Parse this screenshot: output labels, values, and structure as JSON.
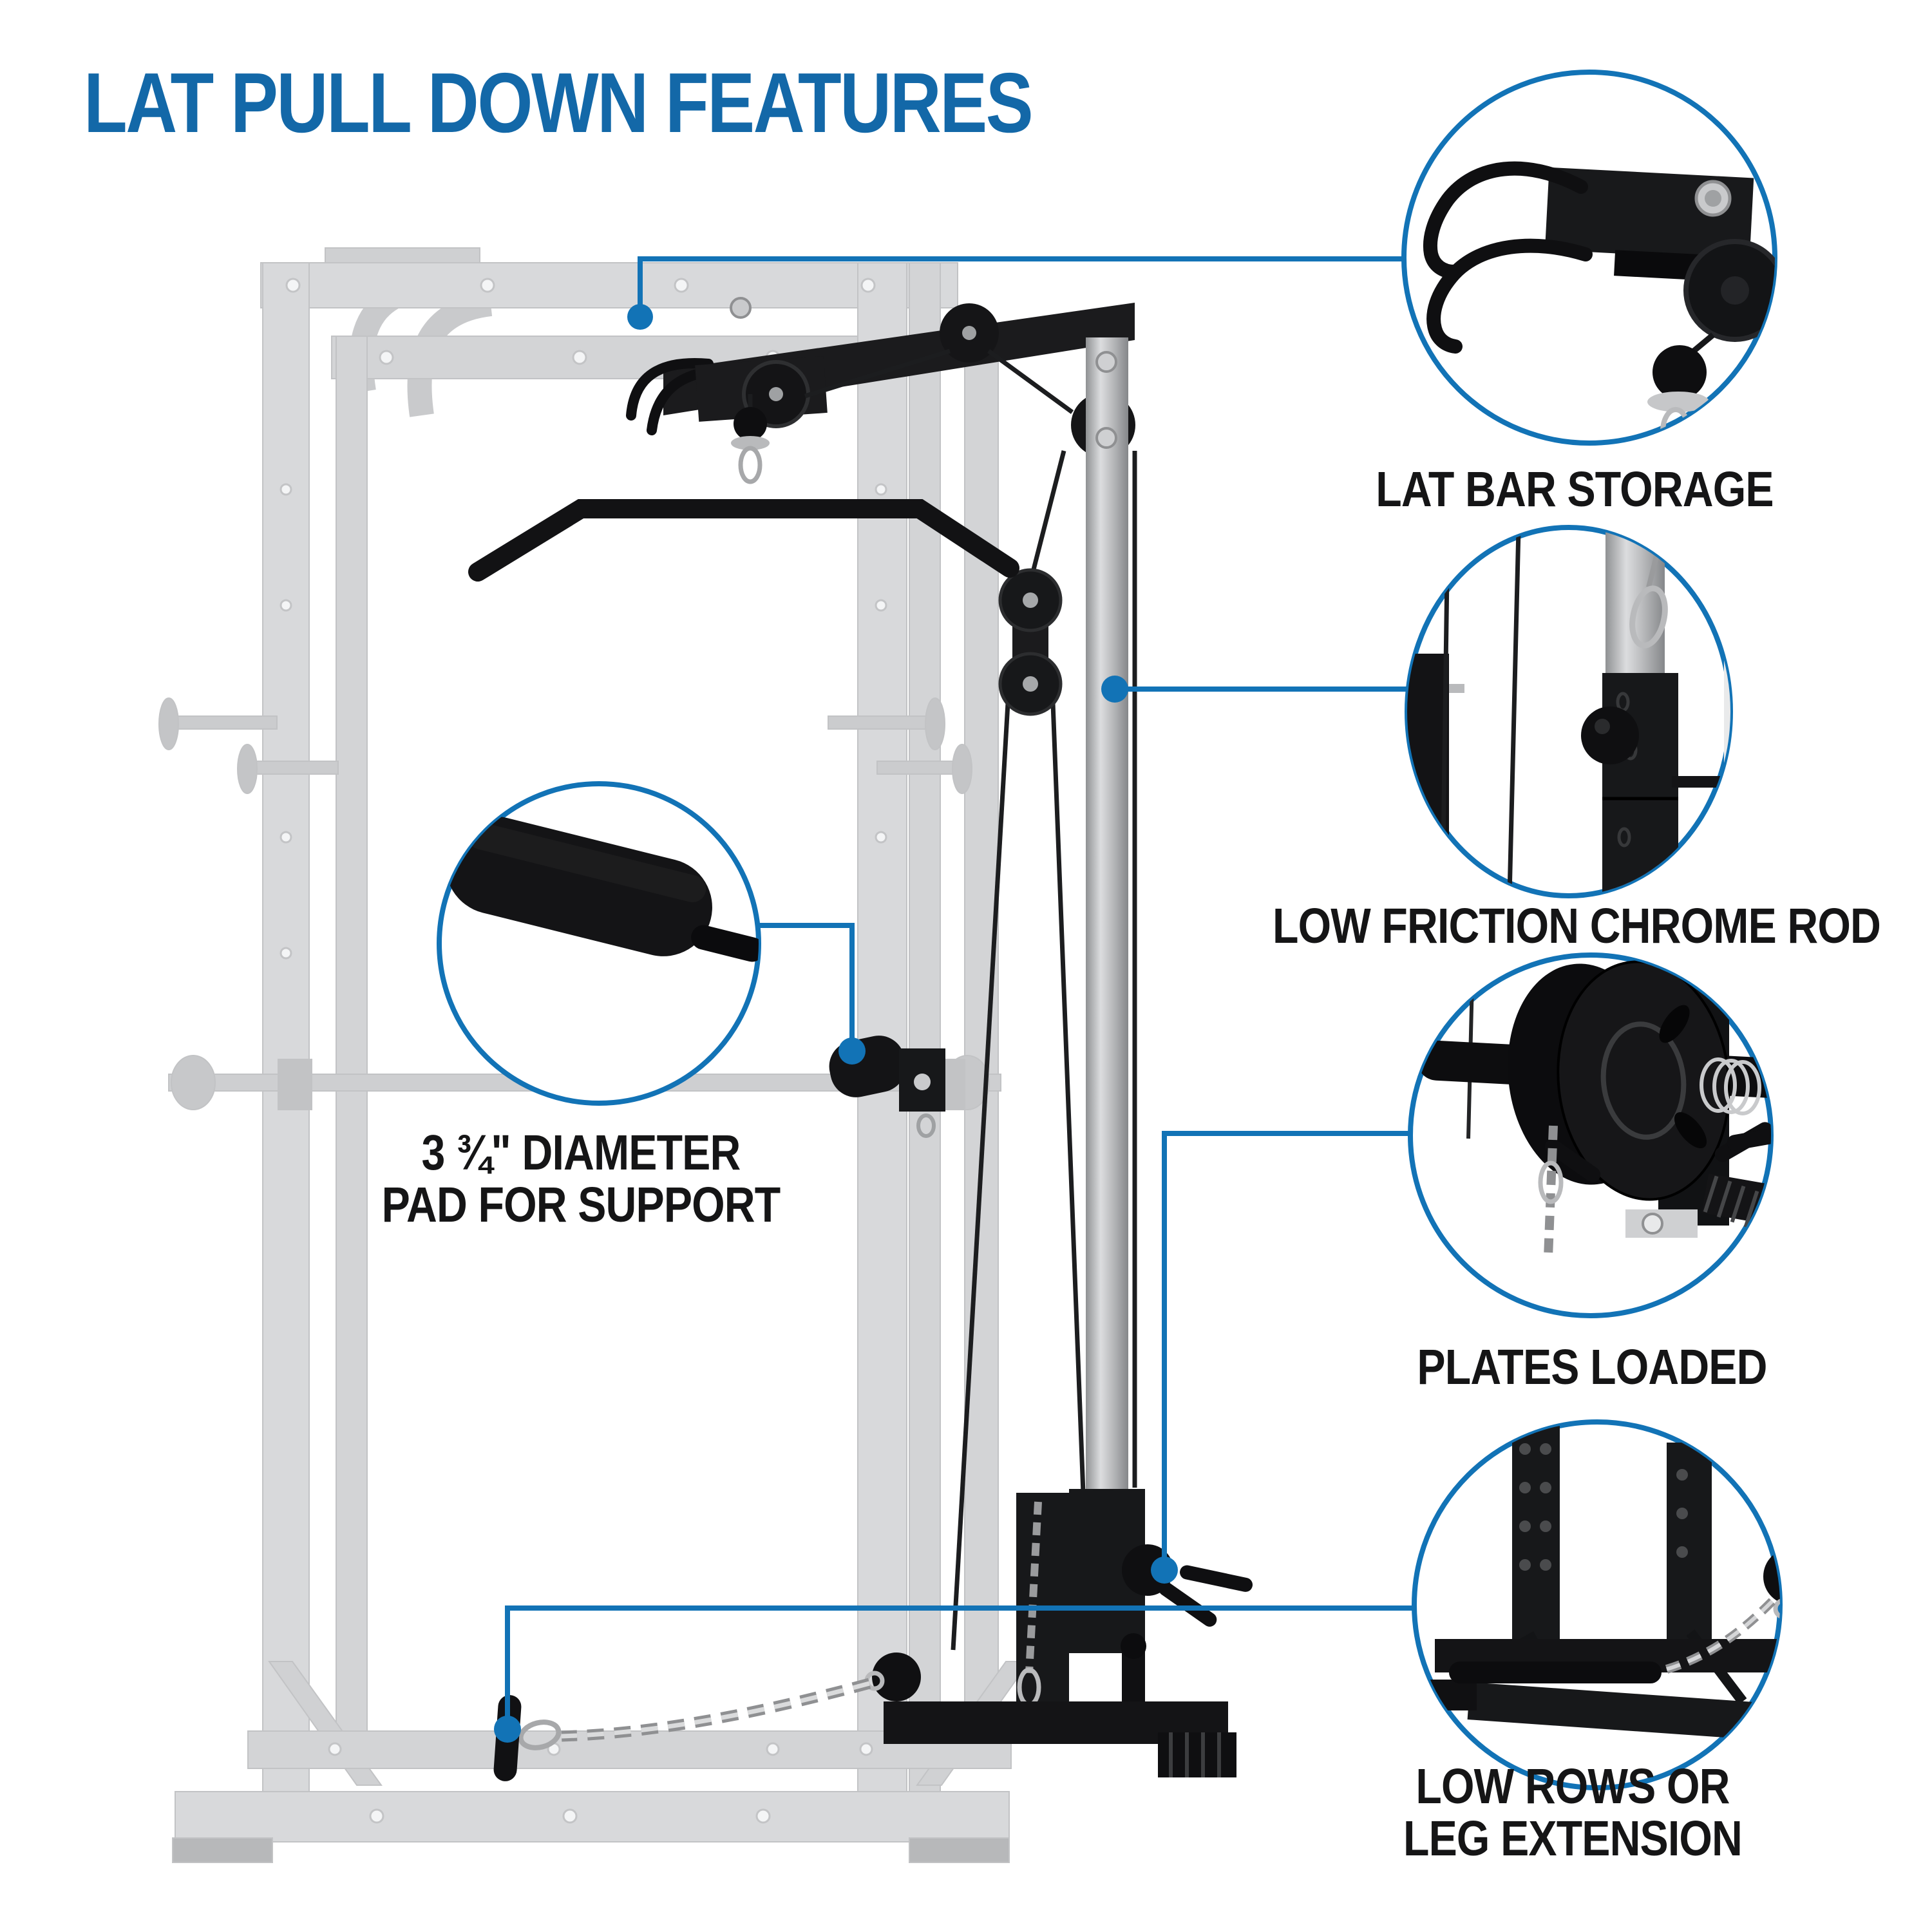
{
  "title": "LAT PULL DOWN FEATURES",
  "colors": {
    "accent_blue": "#1273B6",
    "title_blue": "#1368A8",
    "label_text": "#151516",
    "ghost_gray": "#d8d9db",
    "machine_black": "#17181a",
    "chrome_silver": "#c6c7c9"
  },
  "callouts": [
    {
      "id": "lat-bar-storage",
      "label": "LAT BAR STORAGE"
    },
    {
      "id": "low-friction-chrome-rod",
      "label": "LOW FRICTION CHROME ROD"
    },
    {
      "id": "plates-loaded",
      "label": "PLATES LOADED"
    },
    {
      "id": "low-rows-leg-extension",
      "label_line1": "LOW ROWS OR",
      "label_line2": "LEG EXTENSION"
    },
    {
      "id": "pad-for-support",
      "label_line1": "3 ¾\" DIAMETER",
      "label_line2": "PAD FOR SUPPORT"
    }
  ]
}
